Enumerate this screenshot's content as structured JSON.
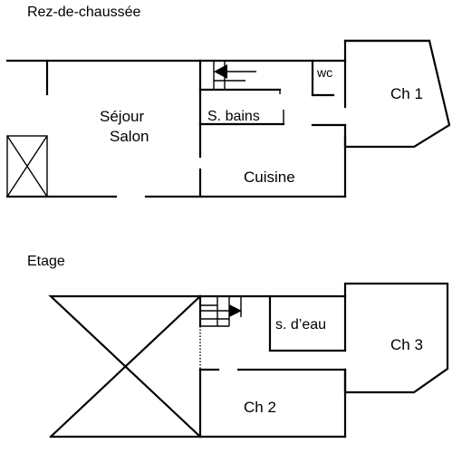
{
  "plans": [
    {
      "title": "Rez-de-chaussée",
      "rooms": {
        "sejour": "Séjour",
        "salon": "Salon",
        "sbains": "S. bains",
        "wc": "wc",
        "ch1": "Ch 1",
        "cuisine": "Cuisine"
      },
      "icons": [
        "stair-arrow-icon",
        "void-cross-icon"
      ]
    },
    {
      "title": "Etage",
      "rooms": {
        "seau": "s. d’eau",
        "ch3": "Ch 3",
        "ch2": "Ch 2"
      },
      "icons": [
        "stair-arrow-icon",
        "void-cross-icon"
      ]
    }
  ]
}
